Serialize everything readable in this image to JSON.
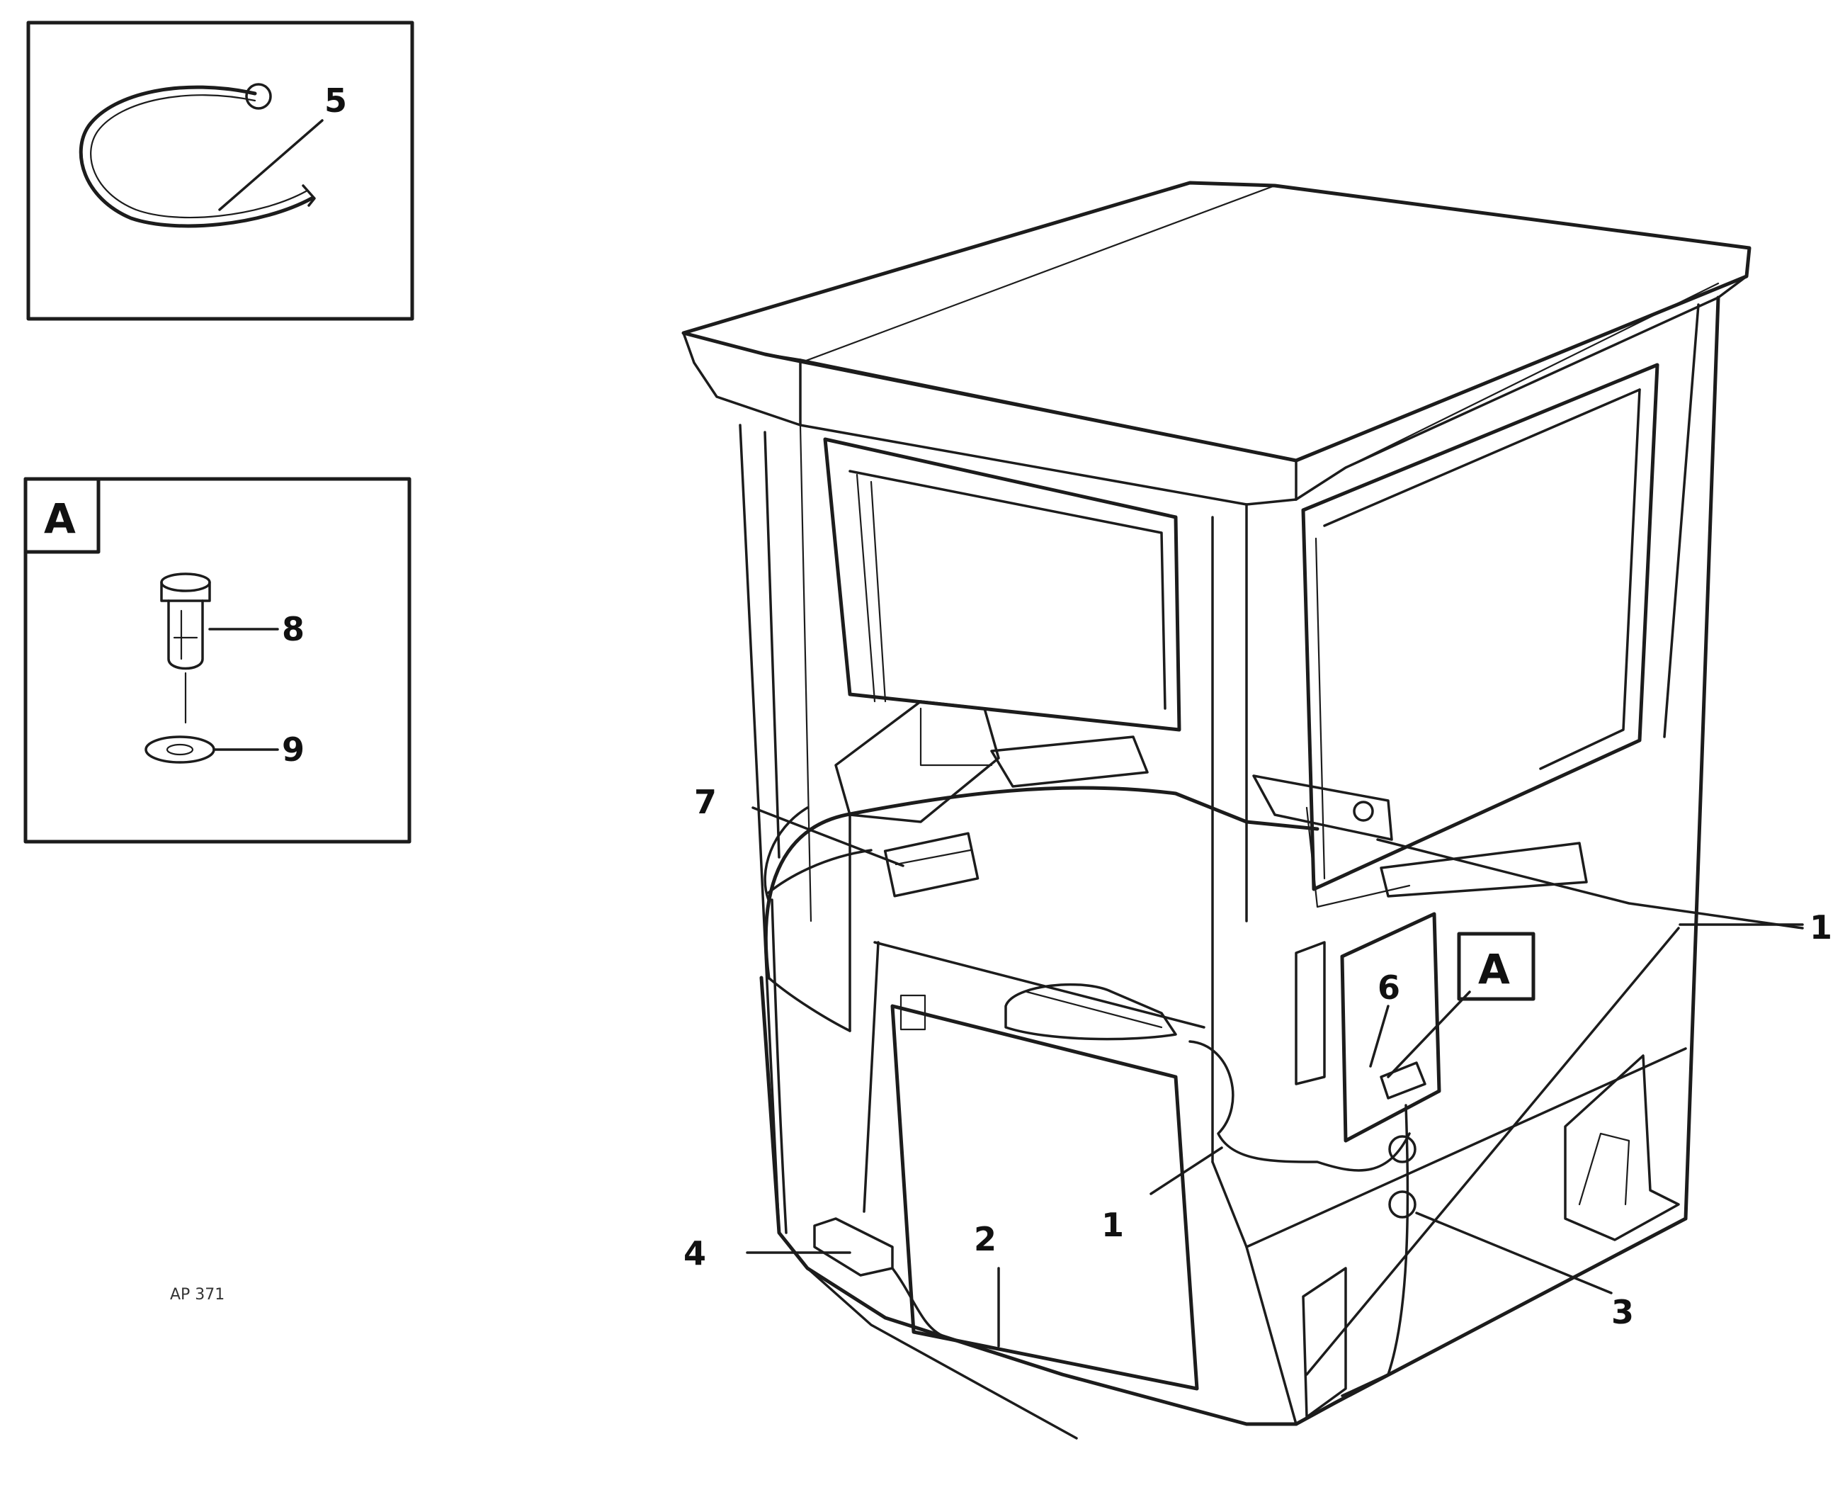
{
  "detail_box_top": {
    "callout": "5"
  },
  "detail_box_a": {
    "tag": "A",
    "callouts": [
      "8",
      "9"
    ]
  },
  "main_view": {
    "callouts": {
      "c1_right": "1",
      "c1_lower": "1",
      "c2": "2",
      "c3": "3",
      "c4": "4",
      "c6": "6",
      "c7": "7"
    },
    "detail_tag": "A"
  },
  "reference": {
    "line1": "",
    "line2": "",
    "code": "AP 371"
  }
}
